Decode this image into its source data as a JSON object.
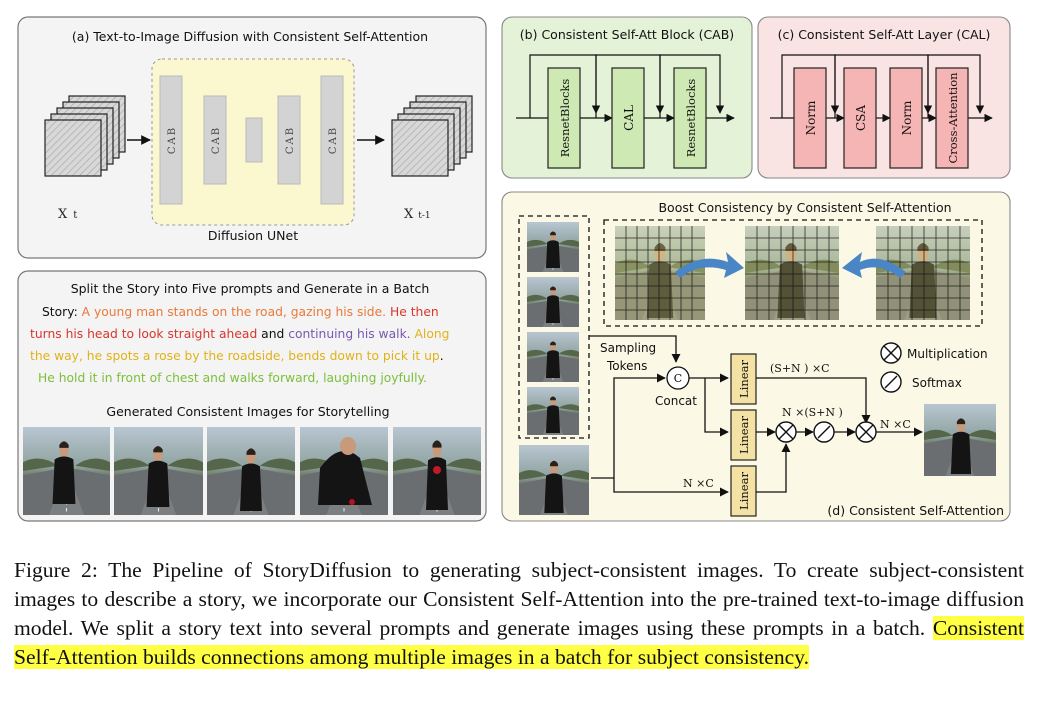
{
  "panel_a": {
    "title": "(a) Text-to-Image Diffusion with Consistent Self-Attention",
    "unet_label": "Diffusion UNet",
    "block_label": "CAB",
    "xt_label": "X",
    "xt_sub": "t",
    "xt1_label": "X",
    "xt1_sub": "t-1"
  },
  "panel_b": {
    "title": "(b) Consistent Self-Att Block (CAB)",
    "blocks": [
      "ResnetBlocks",
      "CAL",
      "ResnetBlocks"
    ]
  },
  "panel_c": {
    "title": "(c) Consistent Self-Att Layer (CAL)",
    "blocks": [
      "Norm",
      "CSA",
      "Norm",
      "Cross-Attention"
    ]
  },
  "story_panel": {
    "title": "Split the Story into Five prompts  and Generate in a Batch",
    "story_label": "Story:",
    "segments": [
      {
        "text": "A young man stands on the road, gazing his side.",
        "color": "#e8793a"
      },
      {
        "text": "He then turns his head to look straight ahead",
        "color": "#d9352b"
      },
      {
        "text": "and",
        "color": "#111111"
      },
      {
        "text": "continuing his walk.",
        "color": "#7a57b0"
      },
      {
        "text": "Along the way, he spots a rose by the roadside, bends down to pick it up",
        "color": "#e0b21a"
      },
      {
        "text": ".",
        "color": "#111111"
      },
      {
        "text": "He hold it in front of chest and walks forward, laughing joyfully.",
        "color": "#7cbf3a"
      }
    ],
    "lines": [
      [
        "Story: ",
        "A young man stands on the road, gazing his side. ",
        "He then"
      ],
      [
        "turns his head to look straight ahead ",
        "and ",
        "continuing his walk. ",
        "Along"
      ],
      [
        "the way, he spots a rose by the roadside, bends down to pick it up",
        "."
      ],
      [
        "He hold it in front of chest and walks forward, laughing joyfully."
      ]
    ],
    "generated_title": "Generated Consistent Images for Storytelling"
  },
  "panel_d": {
    "title": "Boost Consistency by Consistent Self-Attention",
    "sampling_label_1": "Sampling",
    "sampling_label_2": "Tokens",
    "concat_symbol": "C",
    "concat_label": "Concat",
    "linear_label": "Linear",
    "dim_sn_c": "(S+N ) ×C",
    "dim_n_sn": "N ×(S+N )",
    "dim_n_c_top": "N ×C",
    "dim_n_c_bottom": "N ×C",
    "legend_mult": "Multiplication",
    "legend_softmax": "Softmax",
    "caption": "(d) Consistent Self-Attention"
  },
  "caption": {
    "normal": "Figure 2: The Pipeline of StoryDiffusion to generating subject-consistent images. To create subject-consistent images to describe a story, we incorporate our Consistent Self-Attention into the pre-trained text-to-image diffusion model. We split a story text into several prompts and generate images using these prompts in a batch.",
    "highlight": "Consistent Self-Attention builds connections among multiple images in a batch for subject consistency."
  },
  "colors": {
    "panel_bg": "#f4f4f4",
    "unet_bg": "#fbf7cf",
    "panel_b_bg": "#e4f2d8",
    "cal_fill": "#cfe9b4",
    "panel_c_bg": "#f9e3e3",
    "norm_fill": "#f6b5b5",
    "linear_fill": "#f3e2a4",
    "panel_d_bg": "#fbf8e6",
    "highlight": "#ffff44"
  }
}
